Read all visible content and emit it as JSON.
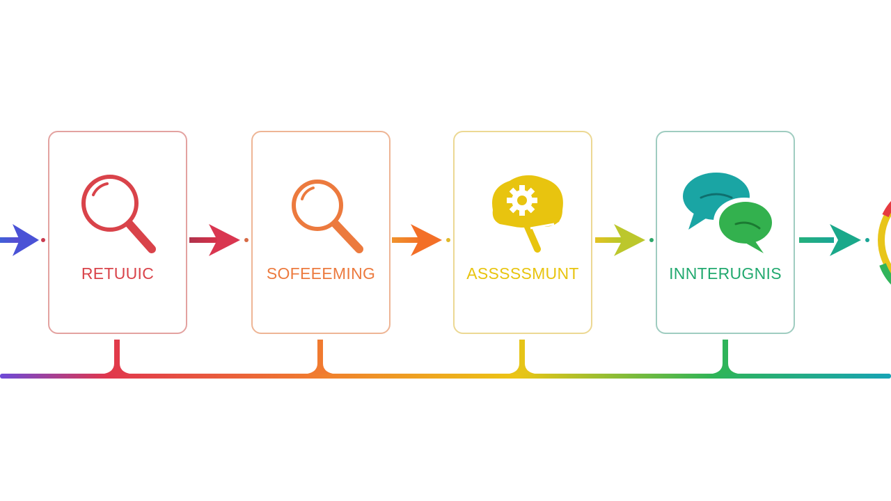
{
  "steps": [
    {
      "label": "RETUUIC",
      "icon": "magnifier-icon",
      "color": "#d9434a"
    },
    {
      "label": "SOFEEEMING",
      "icon": "magnifier-icon",
      "color": "#ec7a3e"
    },
    {
      "label": "ASSSSSMUNT",
      "icon": "brain-gear-icon",
      "color": "#e8c40f"
    },
    {
      "label": "INNTERUGNIS",
      "icon": "chat-bubbles-icon",
      "color": "#22a96f"
    }
  ],
  "colors": {
    "arrow_blue": "#4b54d4",
    "arrow_red": "#d6374e",
    "arrow_orange": "#f1802f",
    "arrow_yellow": "#cfc82a",
    "arrow_teal": "#1fae8b",
    "icon_teal": "#1aa5a4",
    "icon_green": "#33b14e"
  }
}
